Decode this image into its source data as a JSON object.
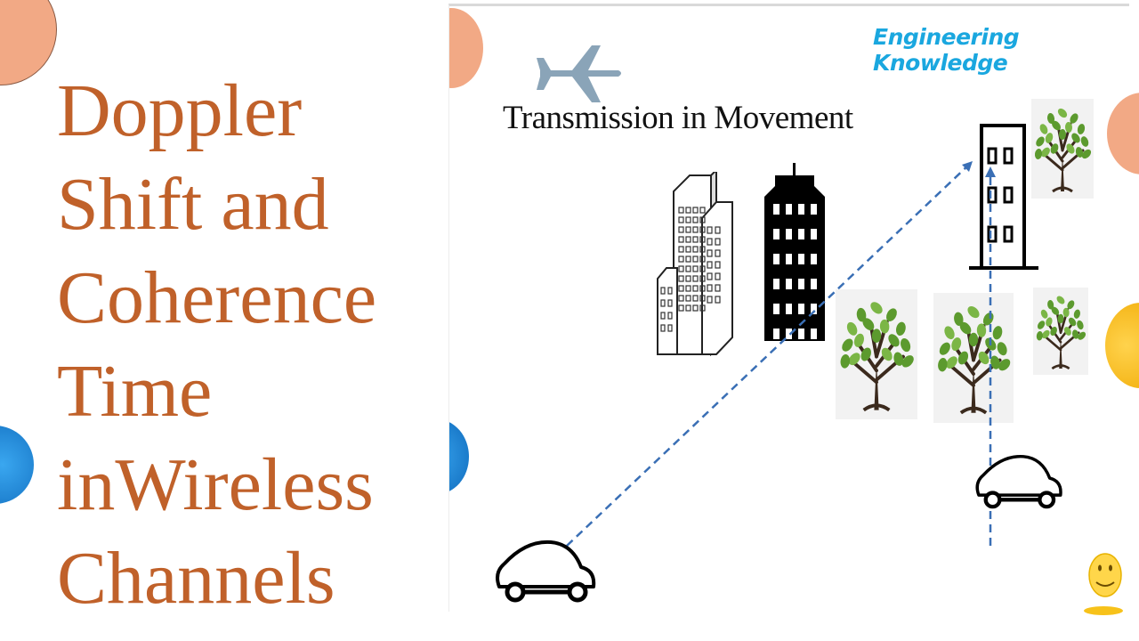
{
  "title": {
    "lines": [
      "Doppler",
      "Shift and",
      "Coherence",
      "Time",
      "inWireless",
      "Channels"
    ]
  },
  "slide": {
    "brand": "Engineering Knowledge",
    "heading": "Transmission in Movement"
  },
  "colors": {
    "title": "#c0612a",
    "brand": "#1aa7df",
    "path": "#3a6fb5",
    "tree_leaf": "#5c9a2e",
    "tree_trunk": "#3b2a1d",
    "plane": "#8aa4b8",
    "deco_peach": "#f2a985",
    "deco_blue": "#1e88d6",
    "deco_yellow": "#f7b90e"
  },
  "icons": [
    "airplane-icon",
    "office-buildings-icon",
    "dark-tower-icon",
    "building-icon",
    "tree-icon",
    "car-icon",
    "smiley-icon"
  ]
}
